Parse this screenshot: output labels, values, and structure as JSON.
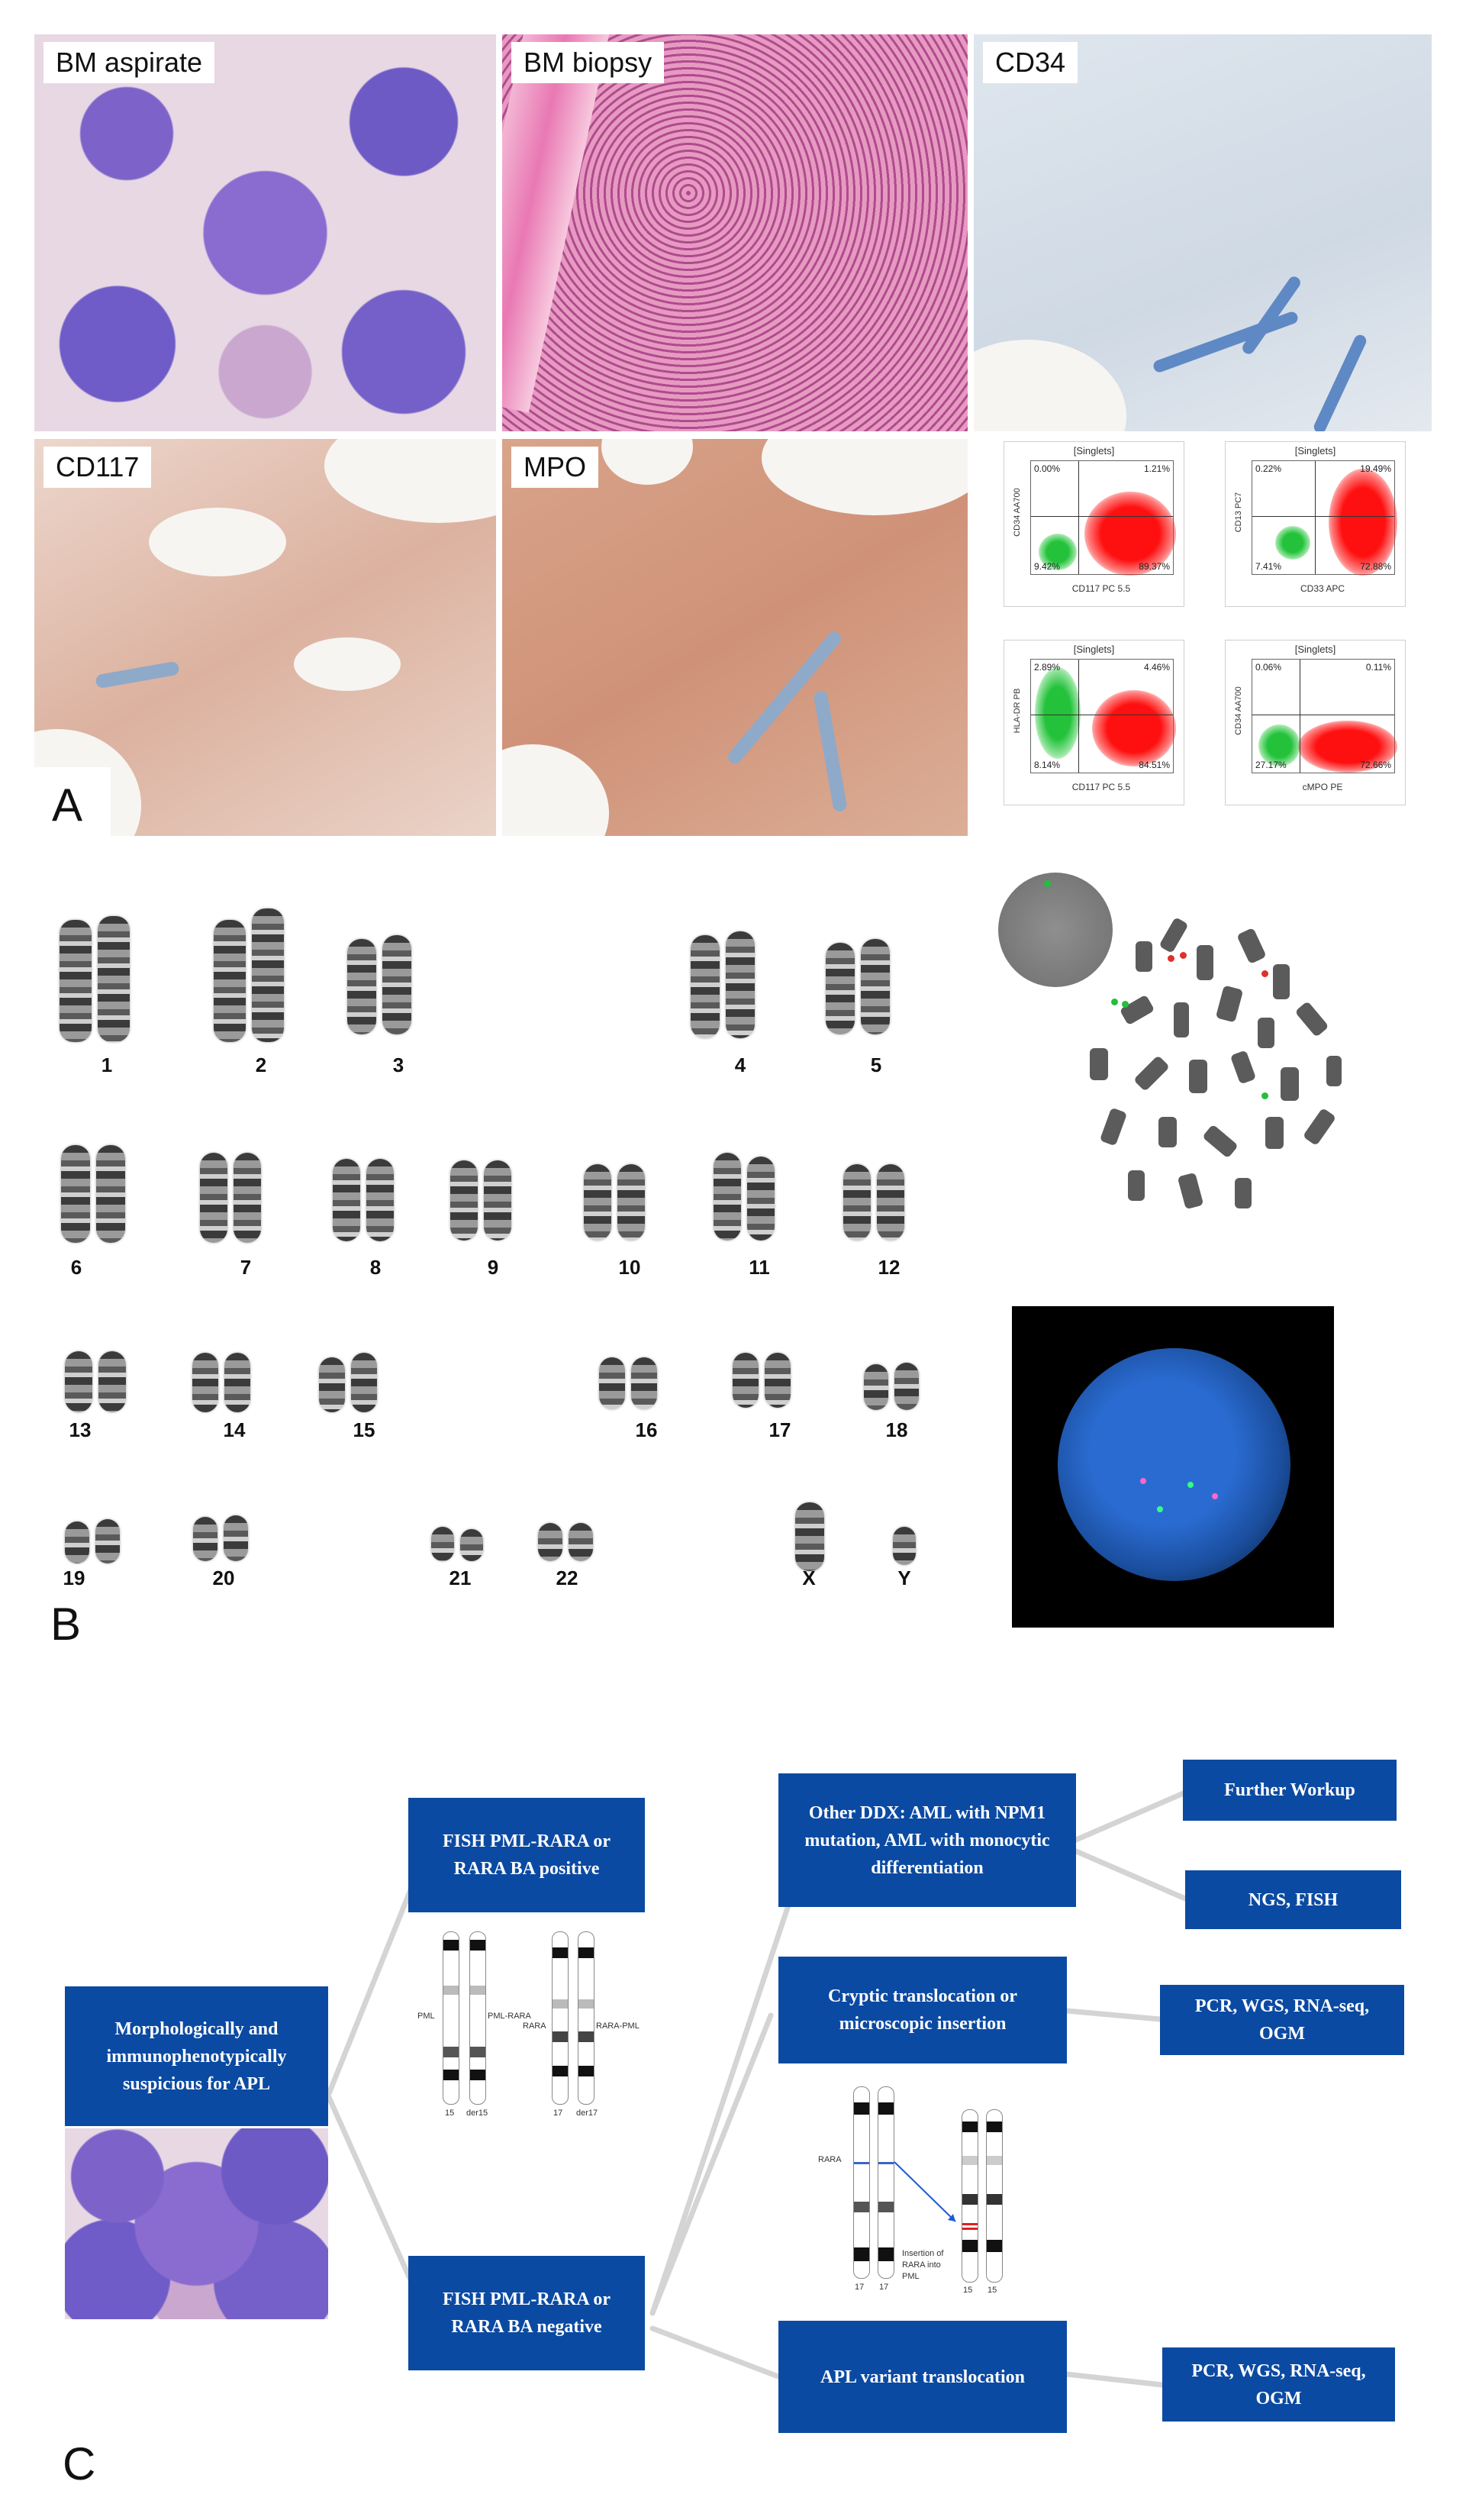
{
  "panel_a": {
    "letter": "A",
    "tiles": {
      "bm_aspirate": "BM aspirate",
      "bm_biopsy": "BM biopsy",
      "cd34": "CD34",
      "cd117": "CD117",
      "mpo": "MPO"
    },
    "flow_plots": [
      {
        "title": "[Singlets]",
        "xlabel": "CD117 PC 5.5",
        "ylabel": "CD34 AA700",
        "q_ul": "0.00%",
        "q_ur": "1.21%",
        "q_ll": "9.42%",
        "q_lr": "89.37%"
      },
      {
        "title": "[Singlets]",
        "xlabel": "CD33 APC",
        "ylabel": "CD13 PC7",
        "q_ul": "0.22%",
        "q_ur": "19.49%",
        "q_ll": "7.41%",
        "q_lr": "72.88%"
      },
      {
        "title": "[Singlets]",
        "xlabel": "CD117 PC 5.5",
        "ylabel": "HLA-DR PB",
        "q_ul": "2.89%",
        "q_ur": "4.46%",
        "q_ll": "8.14%",
        "q_lr": "84.51%"
      },
      {
        "title": "[Singlets]",
        "xlabel": "cMPO PE",
        "ylabel": "CD34 AA700",
        "q_ul": "0.06%",
        "q_ur": "0.11%",
        "q_ll": "27.17%",
        "q_lr": "72.66%"
      }
    ]
  },
  "panel_b": {
    "letter": "B",
    "chromosomes": [
      "1",
      "2",
      "3",
      "4",
      "5",
      "6",
      "7",
      "8",
      "9",
      "10",
      "11",
      "12",
      "13",
      "14",
      "15",
      "16",
      "17",
      "18",
      "19",
      "20",
      "21",
      "22",
      "X",
      "Y"
    ]
  },
  "panel_c": {
    "letter": "C",
    "boxes": {
      "start": "Morphologically and immunophenotypically suspicious for APL",
      "fish_pos": "FISH PML-RARA or RARA BA positive",
      "fish_neg": "FISH PML-RARA or RARA BA negative",
      "other_ddx": "Other DDX: AML with NPM1 mutation, AML with monocytic differentiation",
      "further_workup": "Further Workup",
      "ngs_fish": "NGS, FISH",
      "cryptic": "Cryptic translocation or microscopic insertion",
      "pcr_wgs_1": "PCR, WGS, RNA-seq, OGM",
      "apl_variant": "APL variant translocation",
      "pcr_wgs_2": "PCR, WGS, RNA-seq, OGM"
    },
    "ideogram_top": {
      "pml": "PML",
      "pml_rara": "PML-RARA",
      "rara": "RARA",
      "rara_pml": "RARA-PML",
      "l15": "15",
      "lder15": "der15",
      "l17": "17",
      "lder17": "der17"
    },
    "ideogram_bottom": {
      "rara": "RARA",
      "insertion_line1": "Insertion of",
      "insertion_line2": "RARA into",
      "insertion_line3": "PML",
      "l17a": "17",
      "l17b": "17",
      "l15a": "15",
      "l15b": "15"
    }
  }
}
